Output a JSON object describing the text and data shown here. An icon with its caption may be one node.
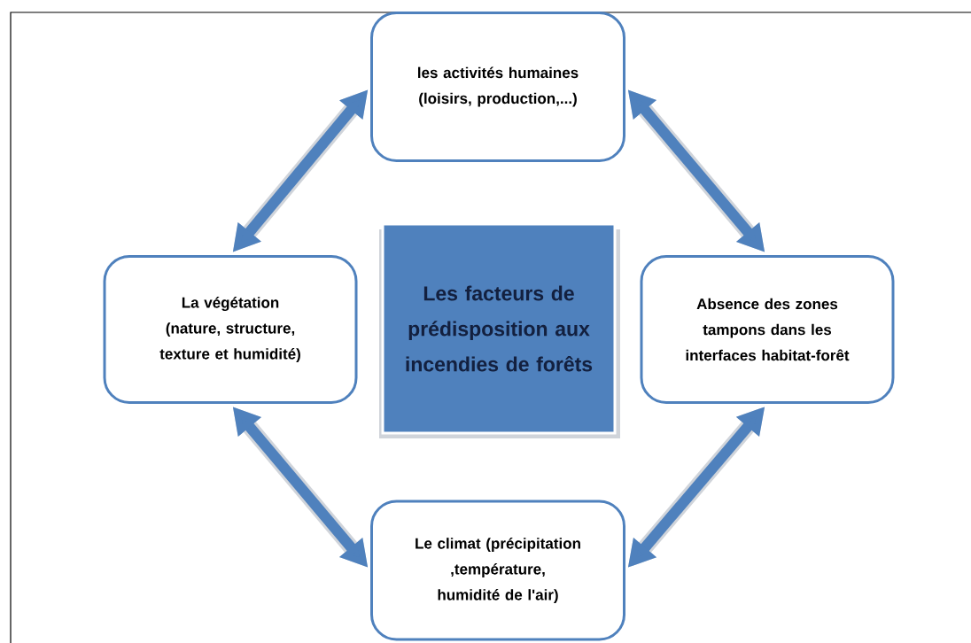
{
  "diagram": {
    "nodes": [
      {
        "text": [
          "Les facteurs de prédisposition aux incendies de forêts"
        ]
      },
      {
        "text": [
          "les activités humaines (loisirs, production,...)"
        ]
      },
      {
        "text": [
          "Absence des zones tampons dans les interfaces habitat-forêt"
        ]
      },
      {
        "text": [
          "Le climat (précipitation ,température, humidité de l'air)"
        ]
      },
      {
        "text": [
          "La végétation (nature, structure, texture et humidité)"
        ]
      }
    ],
    "edges": [
      {
        "from": 1,
        "to": 2,
        "arrow": "both"
      },
      {
        "from": 2,
        "to": 3,
        "arrow": "both"
      },
      {
        "from": 3,
        "to": 4,
        "arrow": "both"
      },
      {
        "from": 4,
        "to": 1,
        "arrow": "both"
      }
    ]
  }
}
